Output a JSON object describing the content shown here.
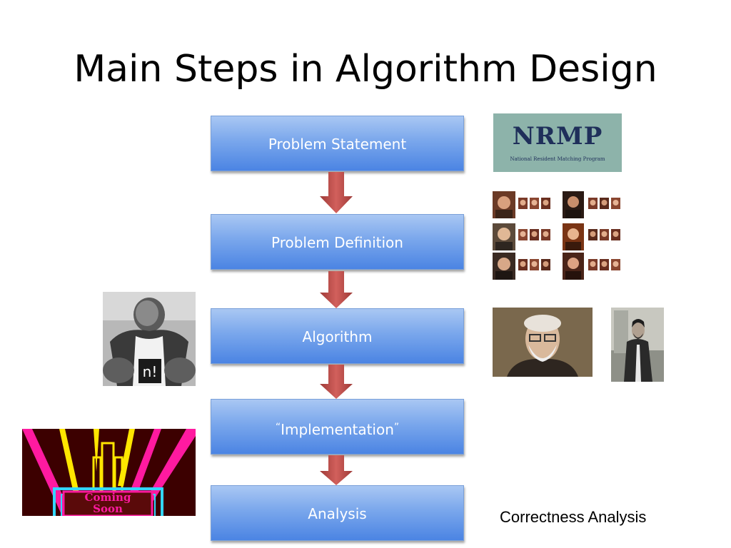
{
  "slide": {
    "title": "Main Steps in Algorithm Design"
  },
  "flow": {
    "steps": [
      {
        "label": "Problem Statement"
      },
      {
        "label": "Problem Definition"
      },
      {
        "label": "Algorithm"
      },
      {
        "label": "Implementation",
        "open_quote": "“",
        "close_quote": "”"
      },
      {
        "label": "Analysis"
      }
    ]
  },
  "images": {
    "nrmp_logo": {
      "title": "NRMP",
      "subtitle": "National Resident Matching Program"
    },
    "strongman": {
      "caption": "n!"
    },
    "coming_soon": {
      "line1": "Coming",
      "line2": "Soon"
    }
  },
  "side_note": {
    "text": "Correctness Analysis"
  },
  "colors": {
    "box_top": "#a9c7f3",
    "box_bottom": "#4b84e3",
    "arrow": "#c0504d",
    "nrmp_bg": "#8db3aa",
    "nrmp_text": "#1f2f5a"
  }
}
